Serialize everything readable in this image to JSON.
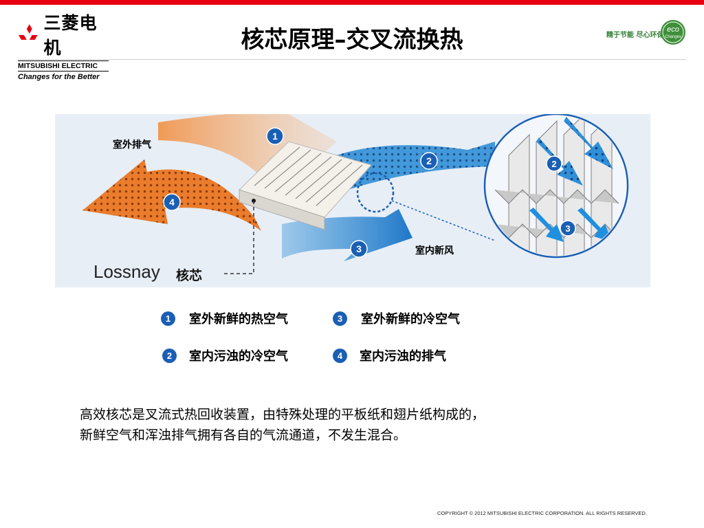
{
  "brand": {
    "name_cn": "三菱电机",
    "name_en": "MITSUBISHI ELECTRIC",
    "tagline": "Changes for the Better",
    "accent_color": "#e60012"
  },
  "title": "核芯原理–交叉流换热",
  "eco": {
    "slogan": "精于节能 尽心环保",
    "badge_top": "eco",
    "badge_bottom": "Changes"
  },
  "diagram": {
    "label_outdoor_exhaust": "室外排气",
    "label_indoor_fresh_air": "室内新风",
    "product_name": "Lossnay",
    "product_core": "核芯",
    "markers": [
      "1",
      "2",
      "3",
      "4"
    ],
    "colors": {
      "warm": "#ea7c2c",
      "cool": "#2f8fd8",
      "background": "#e7eef6"
    }
  },
  "legend": [
    {
      "num": "1",
      "text": "室外新鲜的热空气"
    },
    {
      "num": "3",
      "text": "室外新鲜的冷空气"
    },
    {
      "num": "2",
      "text": "室内污浊的冷空气"
    },
    {
      "num": "4",
      "text": "室内污浊的排气"
    }
  ],
  "description": {
    "line1": "高效核芯是叉流式热回收装置，由特殊处理的平板纸和翅片纸构成的，",
    "line2": "新鲜空气和浑浊排气拥有各自的气流通道，不发生混合。"
  },
  "copyright": "COPYRIGHT © 2012 MITSUBISHI ELECTRIC CORPORATION. ALL RIGHTS RESERVED."
}
